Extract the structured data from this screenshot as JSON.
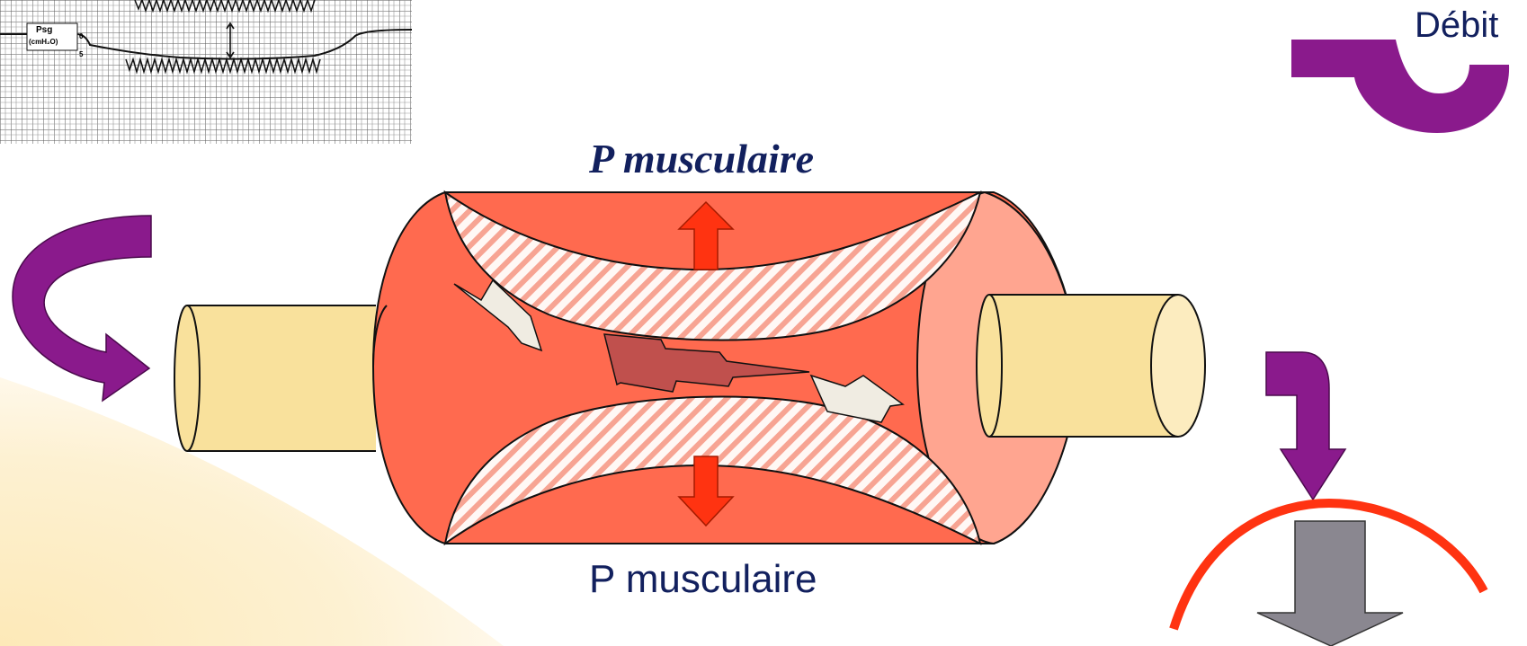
{
  "diagram": {
    "label_top": "P musculaire",
    "label_bottom": "P musculaire",
    "debit_label": "Débit",
    "tracing": {
      "channel_label": "Psg",
      "unit_label": "(cmH₂O)",
      "tick_zero": "0",
      "tick_five": "5"
    },
    "colors": {
      "text": "#12205e",
      "muscle": "#ff6a4f",
      "muscle_light": "#ffa590",
      "tube": "#f9e19c",
      "purple": "#8a1a8c",
      "red_arrow": "#ff3311",
      "grey_arrow": "#8a8790",
      "background_wash": "#fdf1d2"
    }
  }
}
